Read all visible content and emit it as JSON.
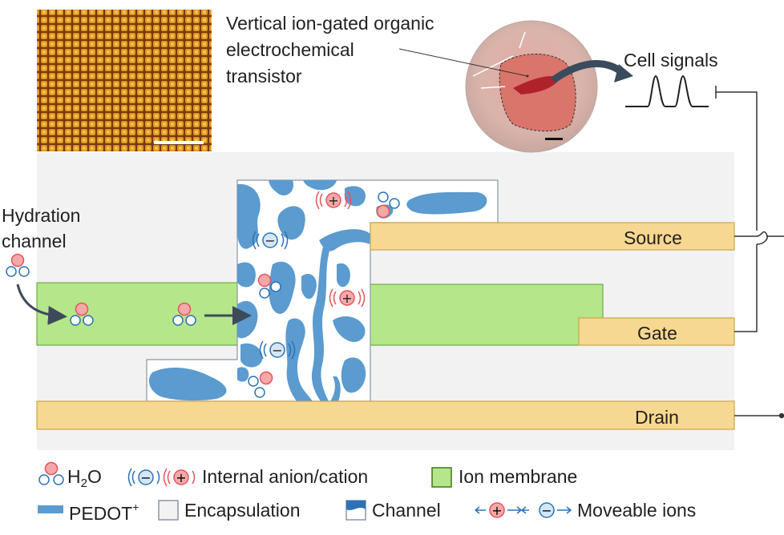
{
  "title_annotation": [
    "Vertical ion-gated organic",
    "electrochemical",
    "transistor"
  ],
  "cell_signals_label": "Cell signals",
  "hydration_label": [
    "Hydration",
    "channel"
  ],
  "layers": {
    "source": "Source",
    "gate": "Gate",
    "drain": "Drain"
  },
  "legend": {
    "h2o_main": "H",
    "h2o_sub": "2",
    "h2o_end": "O",
    "internal_ions": "Internal anion/cation",
    "ion_membrane": "Ion membrane",
    "pedot_main": "PEDOT",
    "pedot_sup": "+",
    "encapsulation": "Encapsulation",
    "channel": "Channel",
    "moveable_ions": "Moveable ions"
  },
  "colors": {
    "pedot_blue": "#5b9bcf",
    "membrane_green": "#b5e68a",
    "electrode_yellow": "#f6d890",
    "encapsulation_grey": "#f2f2f2",
    "cation_red": "#e8535a",
    "water_pink": "#f4a9a8",
    "micrograph_orange": "#d88a1c"
  },
  "icons": [
    "water-molecule-icon",
    "anion-icon",
    "cation-icon",
    "arrow-icon",
    "spike-waveform-icon"
  ]
}
